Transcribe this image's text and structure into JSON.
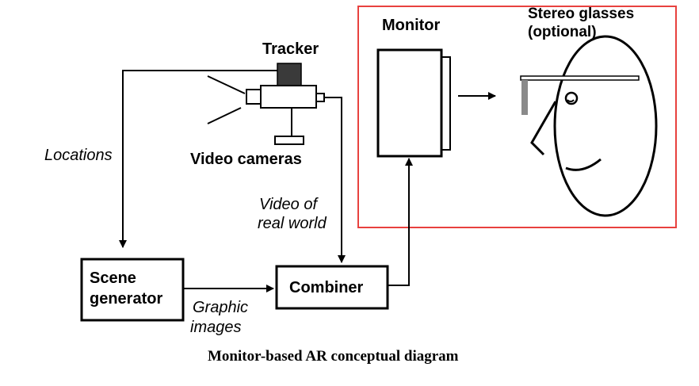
{
  "labels": {
    "tracker": "Tracker",
    "video_cameras": "Video cameras",
    "monitor": "Monitor",
    "stereo_glasses_line1": "Stereo glasses",
    "stereo_glasses_line2": "(optional)",
    "locations": "Locations",
    "video_of_line1": "Video of",
    "video_of_line2": "real world",
    "scene_generator_line1": "Scene",
    "scene_generator_line2": "generator",
    "combiner": "Combiner",
    "graphic_line1": "Graphic",
    "graphic_line2": "images"
  },
  "caption": "Monitor-based AR conceptual diagram",
  "colors": {
    "highlight_box": "#e8413e",
    "line": "#000000",
    "tracker_fill": "#3a3a3a",
    "glasses_lens": "#8a8a8a"
  }
}
